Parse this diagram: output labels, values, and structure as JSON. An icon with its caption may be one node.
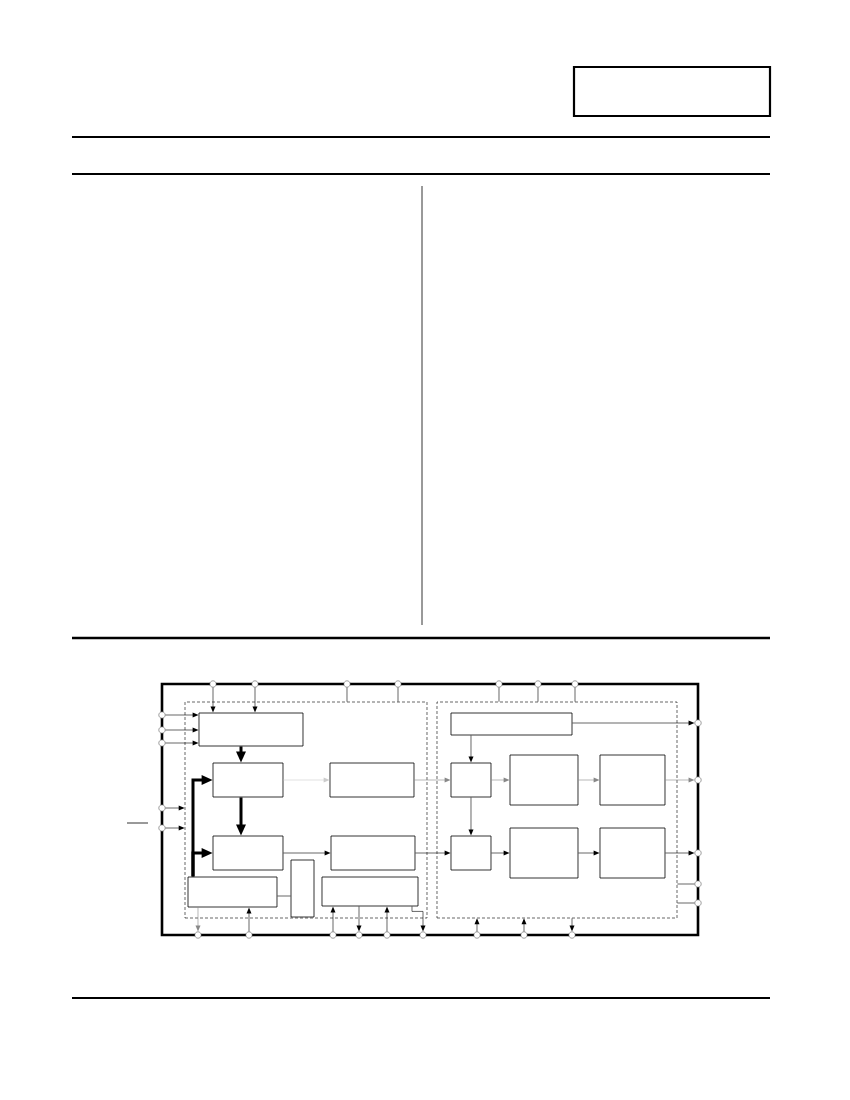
{
  "diagram": {
    "nodes": [
      {
        "text": [],
        "shape": "box"
      },
      {
        "text": [],
        "shape": "box",
        "in": 0
      },
      {
        "text": [],
        "shape": "box",
        "in": 1
      },
      {
        "text": [],
        "shape": "box",
        "in": 1
      },
      {
        "text": [],
        "shape": "box",
        "in": 1
      },
      {
        "text": [],
        "shape": "box",
        "in": 1
      },
      {
        "text": [],
        "shape": "box",
        "in": 1
      },
      {
        "text": [],
        "shape": "box",
        "in": 1
      },
      {
        "text": [],
        "shape": "box",
        "in": 1
      },
      {
        "text": [],
        "shape": "box",
        "in": 1
      },
      {
        "text": [],
        "shape": "box",
        "in": 0
      },
      {
        "text": [],
        "shape": "box",
        "in": 10
      },
      {
        "text": [],
        "shape": "box",
        "in": 10
      },
      {
        "text": [],
        "shape": "box",
        "in": 10
      },
      {
        "text": [],
        "shape": "box",
        "in": 10
      },
      {
        "text": [],
        "shape": "box",
        "in": 10
      },
      {
        "text": [],
        "shape": "box",
        "in": 10
      },
      {
        "text": [],
        "shape": "box",
        "in": 10
      },
      {
        "text": [],
        "shape": "circle"
      },
      {
        "text": [],
        "shape": "circle"
      },
      {
        "text": [],
        "shape": "circle"
      },
      {
        "text": [],
        "shape": "circle"
      },
      {
        "text": [],
        "shape": "circle"
      },
      {
        "text": [],
        "shape": "circle"
      },
      {
        "text": [],
        "shape": "circle"
      },
      {
        "text": [],
        "shape": "circle"
      },
      {
        "text": [],
        "shape": "circle"
      },
      {
        "text": [],
        "shape": "circle"
      },
      {
        "text": [],
        "shape": "circle"
      },
      {
        "text": [],
        "shape": "circle"
      },
      {
        "text": [],
        "shape": "circle"
      },
      {
        "text": [],
        "shape": "circle"
      },
      {
        "text": [],
        "shape": "circle"
      },
      {
        "text": [],
        "shape": "circle"
      },
      {
        "text": [],
        "shape": "circle"
      },
      {
        "text": [],
        "shape": "circle"
      },
      {
        "text": [],
        "shape": "circle"
      },
      {
        "text": [],
        "shape": "circle"
      },
      {
        "text": [],
        "shape": "circle"
      },
      {
        "text": [],
        "shape": "circle"
      },
      {
        "text": [],
        "shape": "circle"
      },
      {
        "text": [],
        "shape": "circle"
      },
      {
        "text": [],
        "shape": "circle"
      },
      {
        "text": [],
        "shape": "circle"
      }
    ],
    "edges": [
      {
        "from": 18,
        "to": 2,
        "arrow": "to"
      },
      {
        "from": 19,
        "to": 2,
        "arrow": "to"
      },
      {
        "from": 20,
        "to": 1,
        "arrow": "none"
      },
      {
        "from": 21,
        "to": 1,
        "arrow": "none"
      },
      {
        "from": 22,
        "to": 10,
        "arrow": "none"
      },
      {
        "from": 23,
        "to": 10,
        "arrow": "none"
      },
      {
        "from": 24,
        "to": 10,
        "arrow": "none"
      },
      {
        "from": 25,
        "to": 2,
        "arrow": "to"
      },
      {
        "from": 26,
        "to": 2,
        "arrow": "to"
      },
      {
        "from": 27,
        "to": 2,
        "arrow": "to"
      },
      {
        "from": 28,
        "to": 1,
        "arrow": "to"
      },
      {
        "from": 29,
        "to": 1,
        "arrow": "to"
      },
      {
        "from": 2,
        "to": 3,
        "arrow": "to",
        "style": "thick"
      },
      {
        "from": 3,
        "to": 5,
        "arrow": "to",
        "style": "thick"
      },
      {
        "from": 7,
        "to": 3,
        "arrow": "to",
        "style": "thick"
      },
      {
        "from": 7,
        "to": 5,
        "arrow": "to",
        "style": "thick"
      },
      {
        "from": 3,
        "to": 4,
        "arrow": "to",
        "color": "#cccccc"
      },
      {
        "from": 5,
        "to": 6,
        "arrow": "to"
      },
      {
        "from": 7,
        "to": 8,
        "arrow": "none"
      },
      {
        "from": 4,
        "to": 12,
        "arrow": "to",
        "color": "#888888"
      },
      {
        "from": 6,
        "to": 15,
        "arrow": "to"
      },
      {
        "from": 11,
        "to": 12,
        "arrow": "to"
      },
      {
        "from": 11,
        "to": 30,
        "arrow": "to"
      },
      {
        "from": 12,
        "to": 15,
        "arrow": "to"
      },
      {
        "from": 12,
        "to": 13,
        "arrow": "to",
        "color": "#888888"
      },
      {
        "from": 13,
        "to": 14,
        "arrow": "to",
        "color": "#888888"
      },
      {
        "from": 14,
        "to": 31,
        "arrow": "to",
        "color": "#888888"
      },
      {
        "from": 15,
        "to": 16,
        "arrow": "to"
      },
      {
        "from": 16,
        "to": 17,
        "arrow": "to"
      },
      {
        "from": 17,
        "to": 32,
        "arrow": "to"
      },
      {
        "from": 10,
        "to": 33,
        "arrow": "none"
      },
      {
        "from": 10,
        "to": 34,
        "arrow": "none"
      },
      {
        "from": 7,
        "to": 35,
        "arrow": "to",
        "color": "#888888"
      },
      {
        "from": 36,
        "to": 7,
        "arrow": "to"
      },
      {
        "from": 37,
        "to": 9,
        "arrow": "to"
      },
      {
        "from": 9,
        "to": 38,
        "arrow": "to"
      },
      {
        "from": 39,
        "to": 9,
        "arrow": "to"
      },
      {
        "from": 9,
        "to": 40,
        "arrow": "to"
      },
      {
        "from": 41,
        "to": 10,
        "arrow": "to"
      },
      {
        "from": 42,
        "to": 10,
        "arrow": "to"
      },
      {
        "from": 10,
        "to": 43,
        "arrow": "to"
      }
    ]
  }
}
